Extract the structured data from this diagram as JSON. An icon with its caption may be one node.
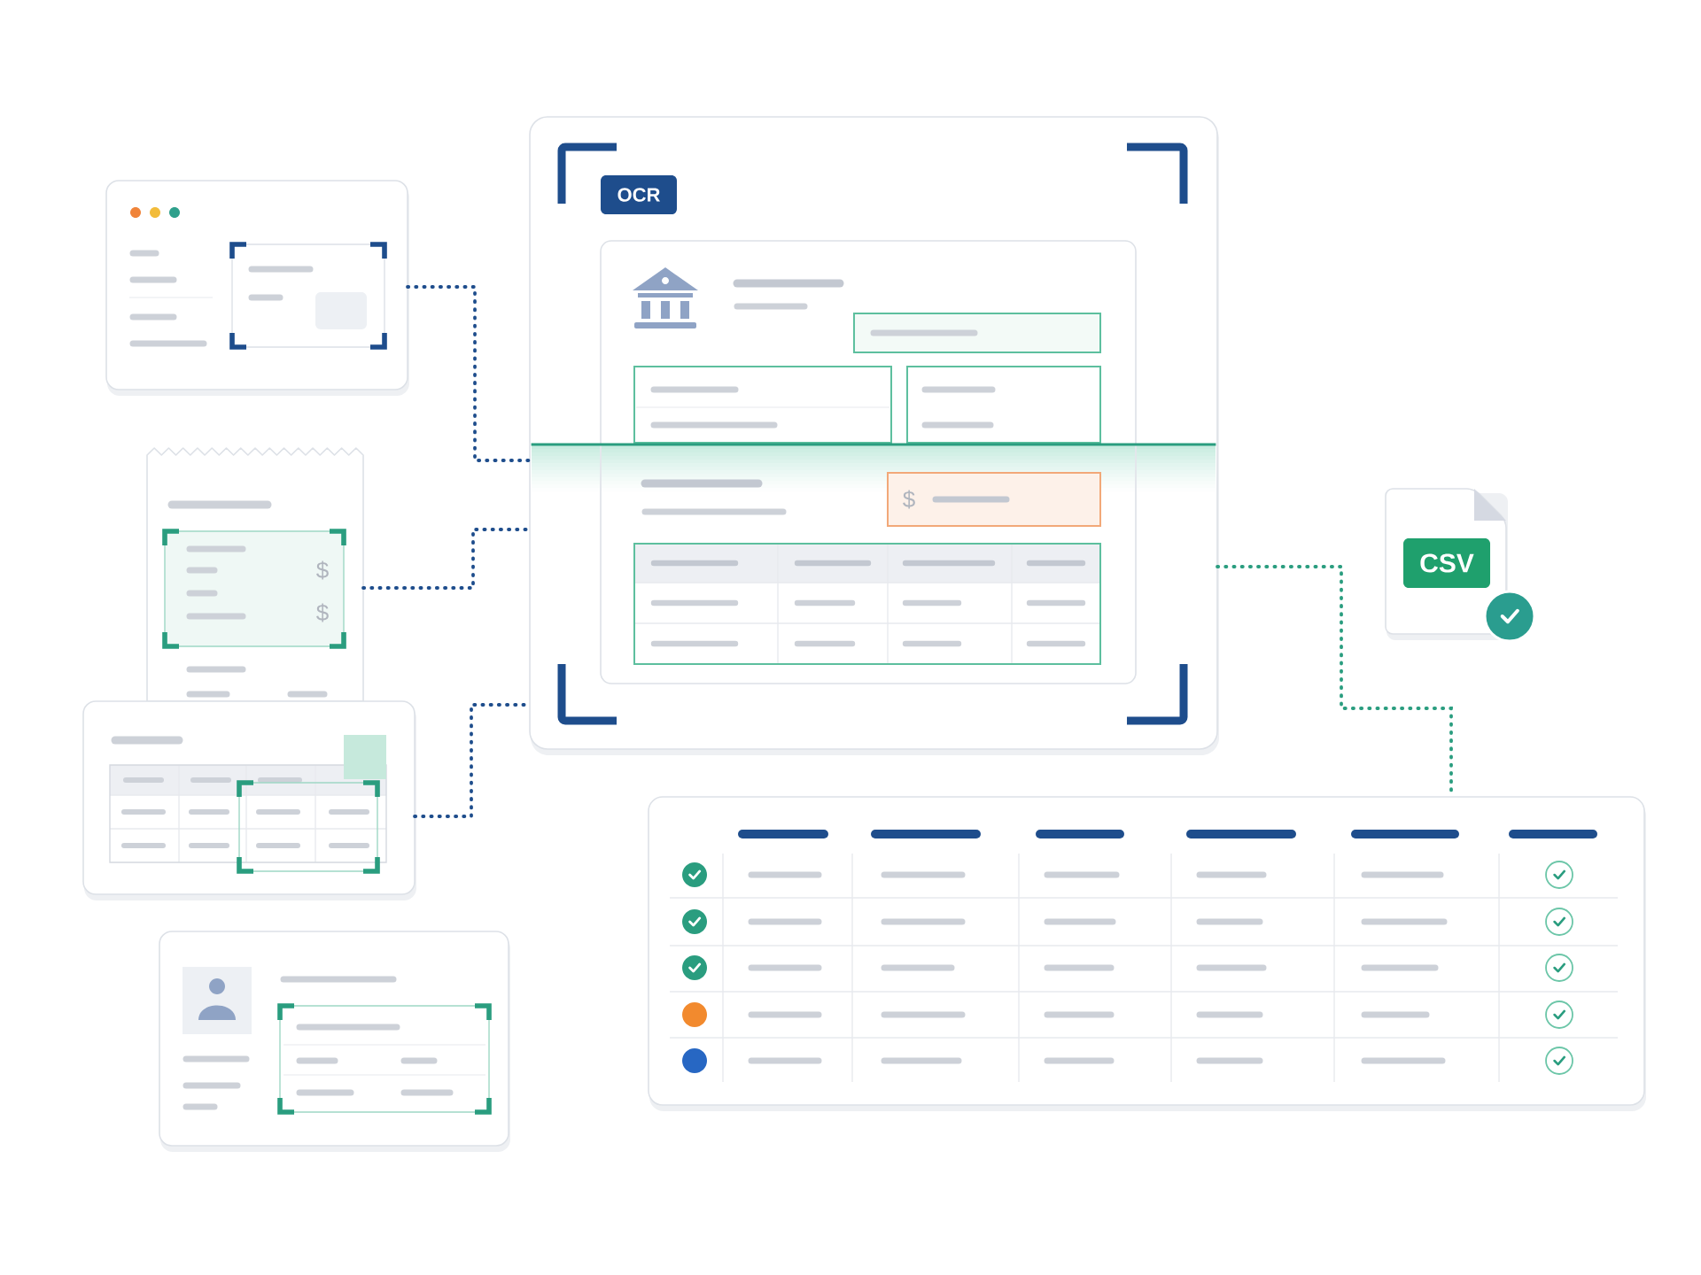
{
  "diagram": {
    "nodes": [
      {
        "text": [],
        "shape": "box"
      },
      {
        "text": [],
        "shape": "document"
      },
      {
        "text": [],
        "shape": "box"
      },
      {
        "text": [],
        "shape": "box"
      },
      {
        "text": [
          "OCR"
        ]
      },
      {
        "text": [
          "CSV"
        ]
      },
      {
        "text": [],
        "shape": "box"
      }
    ],
    "edges": [
      {
        "from": 0,
        "to": 4,
        "arrow": "none"
      },
      {
        "from": 1,
        "to": 4,
        "arrow": "none"
      },
      {
        "from": 2,
        "to": 4,
        "arrow": "none"
      },
      {
        "from": 4,
        "to": 6,
        "arrow": "none",
        "color": "#2a9d7f"
      }
    ],
    "labels": [
      "$",
      "$",
      "$"
    ]
  }
}
